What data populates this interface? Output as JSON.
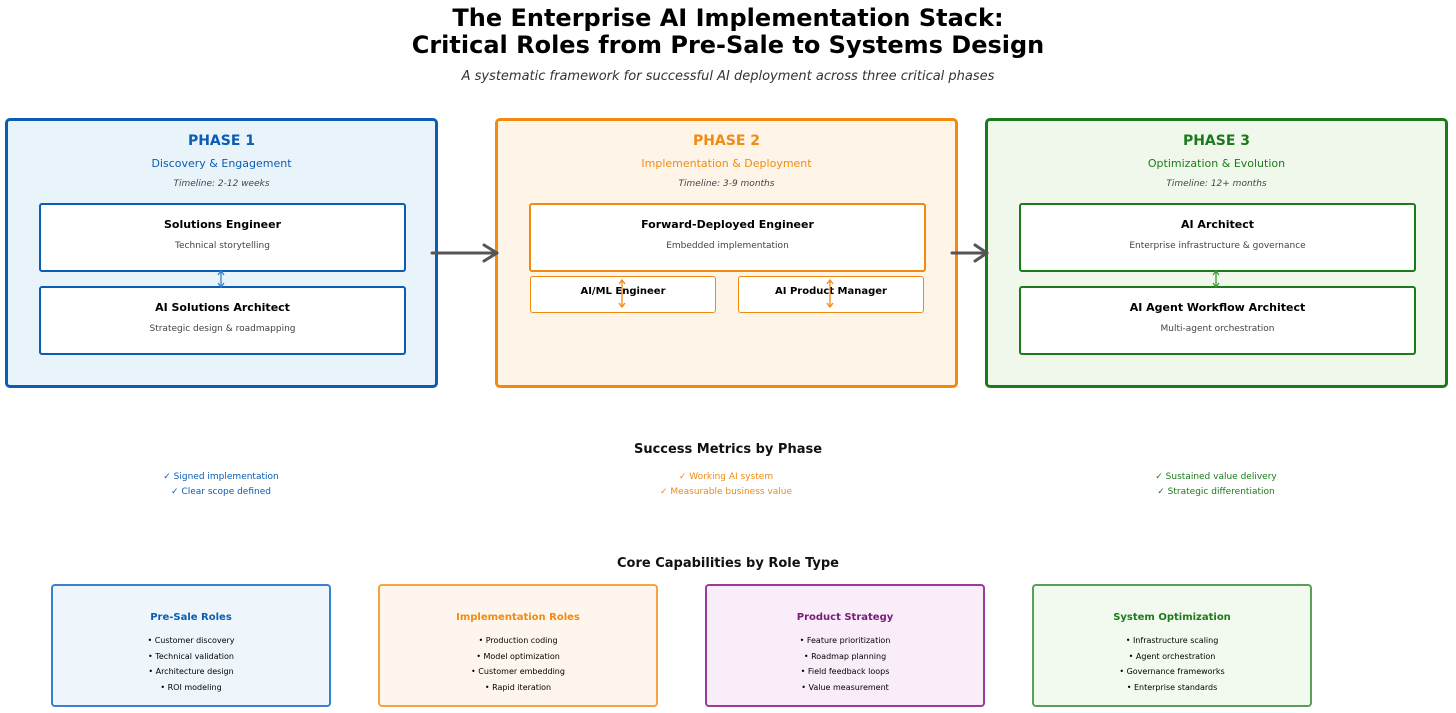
{
  "header": {
    "title_line1": "The Enterprise AI Implementation Stack:",
    "title_line2": "Critical Roles from Pre-Sale to Systems Design",
    "subtitle": "A systematic framework for successful AI deployment across three critical phases"
  },
  "colors": {
    "phase1": "#0a5cb5",
    "phase1_bg": "#e9f3fa",
    "phase2": "#f28a10",
    "phase2_bg": "#fef4e8",
    "phase3": "#1c7a1c",
    "phase3_bg": "#eff8ea",
    "product": "#8a2a8a",
    "product_bg": "#f9edf9",
    "arrow": "#555555"
  },
  "phases": [
    {
      "title": "PHASE 1",
      "subtitle": "Discovery & Engagement",
      "timeline": "Timeline: 2-12 weeks",
      "roles": [
        {
          "name": "Solutions Engineer",
          "desc": "Technical storytelling"
        },
        {
          "name": "AI Solutions Architect",
          "desc": "Strategic design & roadmapping"
        }
      ]
    },
    {
      "title": "PHASE 2",
      "subtitle": "Implementation & Deployment",
      "timeline": "Timeline: 3-9 months",
      "roles": [
        {
          "name": "Forward-Deployed Engineer",
          "desc": "Embedded implementation"
        }
      ],
      "subroles": [
        "AI/ML Engineer",
        "AI Product Manager"
      ]
    },
    {
      "title": "PHASE 3",
      "subtitle": "Optimization & Evolution",
      "timeline": "Timeline: 12+ months",
      "roles": [
        {
          "name": "AI Architect",
          "desc": "Enterprise infrastructure & governance"
        },
        {
          "name": "AI Agent Workflow Architect",
          "desc": "Multi-agent orchestration"
        }
      ]
    }
  ],
  "metrics": {
    "title": "Success Metrics by Phase",
    "phase1": [
      "✓ Signed implementation",
      "✓ Clear scope defined"
    ],
    "phase2": [
      "✓ Working AI system",
      "✓ Measurable business value"
    ],
    "phase3": [
      "✓ Sustained value delivery",
      "✓ Strategic differentiation"
    ]
  },
  "capabilities": {
    "title": "Core Capabilities by Role Type",
    "cards": [
      {
        "title": "Pre-Sale Roles",
        "items": [
          "• Customer discovery",
          "• Technical validation",
          "• Architecture design",
          "• ROI modeling"
        ]
      },
      {
        "title": "Implementation Roles",
        "items": [
          "• Production coding",
          "• Model optimization",
          "• Customer embedding",
          "• Rapid iteration"
        ]
      },
      {
        "title": "Product Strategy",
        "items": [
          "• Feature prioritization",
          "• Roadmap planning",
          "• Field feedback loops",
          "• Value measurement"
        ]
      },
      {
        "title": "System Optimization",
        "items": [
          "• Infrastructure scaling",
          "• Agent orchestration",
          "• Governance frameworks",
          "• Enterprise standards"
        ]
      }
    ]
  }
}
